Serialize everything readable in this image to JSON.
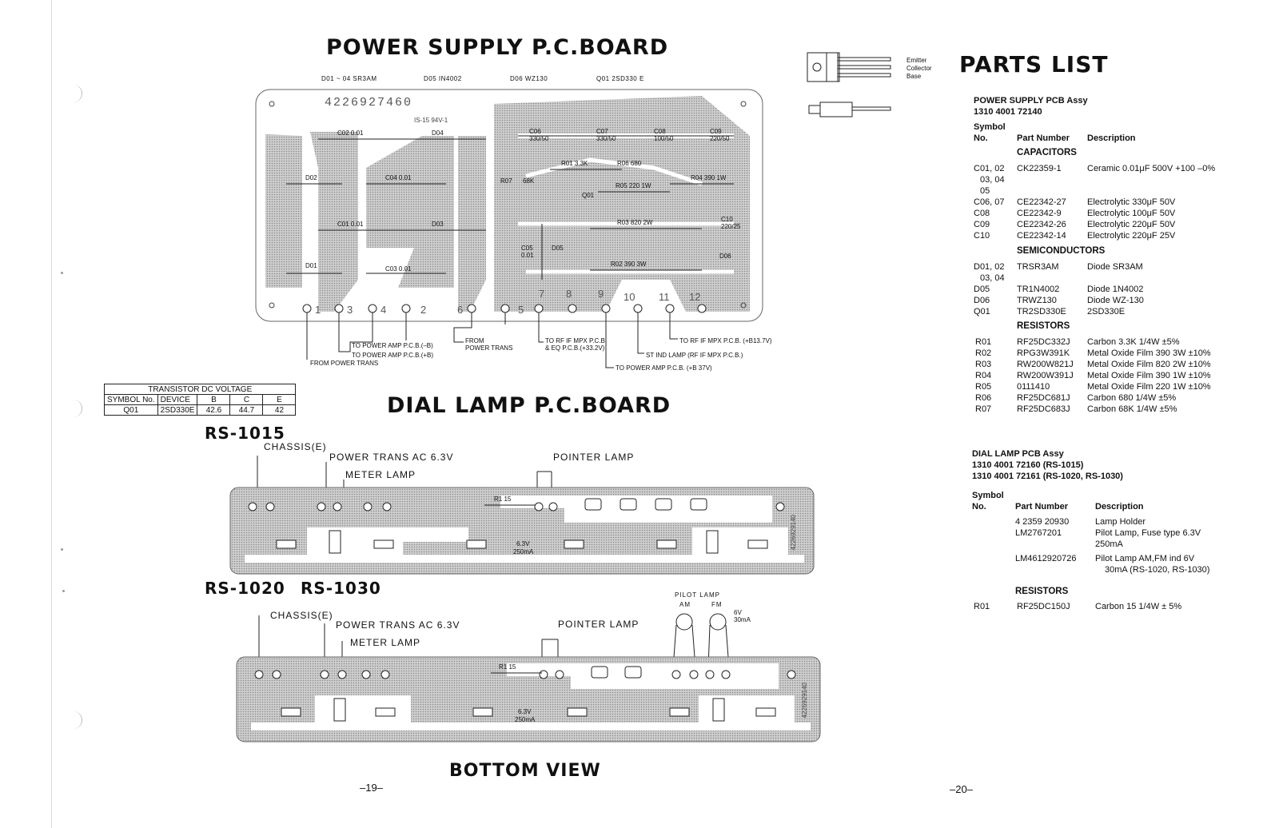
{
  "page_left": {
    "title_power": "POWER SUPPLY P.C.BOARD",
    "device_legend": {
      "d01_04": "D01 ~ 04   SR3AM",
      "d05": "D05   IN4002",
      "d06": "D06   WZ130",
      "q01": "Q01   2SD330  E"
    },
    "board_code": "4226927460",
    "board_mark": "IS-15  94V-1",
    "component_labels": {
      "c02": "C02  0.01",
      "d04": "D04",
      "d02": "D02",
      "c04": "C04  0.01",
      "c01": "C01  0.01",
      "d03": "D03",
      "d01": "D01",
      "c03": "C03  0.01",
      "c06": "C06 330/50",
      "c07": "C07 330/50",
      "c08": "C08 100/50",
      "c09": "C09 220/50",
      "r01": "R01  3.3K",
      "r06": "R06  680",
      "r07": "R07",
      "r07v": "68K",
      "q01": "Q01",
      "r05": "R05  220  1W",
      "r04": "R04  390  1W",
      "c05": "C05 0.01",
      "d05": "D05",
      "r03": "R03  820  2W",
      "c10": "C10 220/25",
      "d06": "D06",
      "r02": "R02  390  3W"
    },
    "terminals": [
      "1",
      "3",
      "4",
      "2",
      "6",
      "5",
      "7",
      "8",
      "9",
      "10",
      "11",
      "12"
    ],
    "connections": {
      "neg_b": "TO POWER AMP P.C.B.(–B)",
      "pos_b": "TO POWER AMP P.C.B.(+B)",
      "from_trans1": "FROM POWER TRANS",
      "from_trans2_a": "FROM",
      "from_trans2_b": "POWER TRANS",
      "rf_a": "TO RF IF MPX P.C.B.",
      "rf_b": "& EQ P.C.B.(+33.2V)",
      "rf_137": "TO RF IF MPX P.C.B. (+B13.7V)",
      "st_ind": "ST IND LAMP (RF IF MPX P.C.B.)",
      "amp_37": "TO POWER AMP P.C.B. (+B 37V)"
    },
    "voltage_table": {
      "title": "TRANSISTOR DC VOLTAGE",
      "headers": [
        "SYMBOL No.",
        "DEVICE",
        "B",
        "C",
        "E"
      ],
      "rows": [
        [
          "Q01",
          "2SD330E",
          "42.6",
          "44.7",
          "42"
        ]
      ]
    },
    "title_dial": "DIAL LAMP P.C.BOARD",
    "rs1015": {
      "label": "RS-1015",
      "chassis": "CHASSIS(E)",
      "power_trans": "POWER TRANS AC 6.3V",
      "meter": "METER LAMP",
      "pointer": "POINTER LAMP",
      "r1": "R1  15",
      "lamp_v": "6.3V",
      "lamp_ma": "250mA",
      "code": "4226929140"
    },
    "rs1020": {
      "label_a": "RS-1020",
      "label_b": "RS-1030",
      "chassis": "CHASSIS(E)",
      "power_trans": "POWER TRANS AC 6.3V",
      "meter": "METER LAMP",
      "pointer": "POINTER LAMP",
      "pilot": "PILOT LAMP",
      "am": "AM",
      "fm": "FM",
      "v6": "6V",
      "ma30": "30mA",
      "r1": "R1  15",
      "lamp_v": "6.3V",
      "lamp_ma": "250mA",
      "code": "4226929140"
    },
    "bottom_view": "BOTTOM VIEW",
    "page_number": "–19–"
  },
  "page_right": {
    "transistor_pins": [
      "Emitter",
      "Collector",
      "Base"
    ],
    "title": "PARTS LIST",
    "power_supply": {
      "assy": "POWER SUPPLY PCB Assy",
      "assy_no": "1310 4001 72140",
      "symbol_a": "Symbol",
      "symbol_b": "No.",
      "part_number": "Part Number",
      "description": "Description",
      "sections": [
        {
          "name": "CAPACITORS",
          "rows": [
            {
              "sym": "C01, 02",
              "part": "CK22359-1",
              "desc": "Ceramic 0.01μF 500V +100 –0%"
            },
            {
              "sym": "03, 04",
              "part": "",
              "desc": ""
            },
            {
              "sym": "05",
              "part": "",
              "desc": ""
            },
            {
              "sym": "C06, 07",
              "part": "CE22342-27",
              "desc": "Electrolytic  330μF  50V"
            },
            {
              "sym": "C08",
              "part": "CE22342-9",
              "desc": "Electrolytic  100μF  50V"
            },
            {
              "sym": "C09",
              "part": "CE22342-26",
              "desc": "Electrolytic  220μF  50V"
            },
            {
              "sym": "C10",
              "part": "CE22342-14",
              "desc": "Electrolytic  220μF  25V"
            }
          ]
        },
        {
          "name": "SEMICONDUCTORS",
          "rows": [
            {
              "sym": "D01, 02",
              "part": "TRSR3AM",
              "desc": "Diode SR3AM"
            },
            {
              "sym": "03, 04",
              "part": "",
              "desc": ""
            },
            {
              "sym": "D05",
              "part": "TR1N4002",
              "desc": "Diode 1N4002"
            },
            {
              "sym": "D06",
              "part": "TRWZ130",
              "desc": "Diode WZ-130"
            },
            {
              "sym": "Q01",
              "part": "TR2SD330E",
              "desc": "2SD330E"
            }
          ]
        },
        {
          "name": "RESISTORS",
          "rows": [
            {
              "sym": "R01",
              "part": "RF25DC332J",
              "desc": "Carbon  3.3K   1/4W  ±5%"
            },
            {
              "sym": "R02",
              "part": "RPG3W391K",
              "desc": "Metal Oxide Film 390 3W ±10%"
            },
            {
              "sym": "R03",
              "part": "RW200W821J",
              "desc": "Metal Oxide Film 820 2W ±10%"
            },
            {
              "sym": "R04",
              "part": "RW200W391J",
              "desc": "Metal Oxide Film 390 1W ±10%"
            },
            {
              "sym": "R05",
              "part": "0111410",
              "desc": "Metal Oxide Film 220 1W ±10%"
            },
            {
              "sym": "R06",
              "part": "RF25DC681J",
              "desc": "Carbon  680     1/4W  ±5%"
            },
            {
              "sym": "R07",
              "part": "RF25DC683J",
              "desc": "Carbon  68K     1/4W  ±5%"
            }
          ]
        }
      ]
    },
    "dial_lamp": {
      "assy": "DIAL LAMP PCB Assy",
      "assy_no1": "1310 4001 72160 (RS-1015)",
      "assy_no2": "1310 4001 72161 (RS-1020, RS-1030)",
      "symbol_a": "Symbol",
      "symbol_b": "No.",
      "part_number": "Part Number",
      "description": "Description",
      "rows": [
        {
          "sym": "",
          "part": "4 2359 20930",
          "desc": "Lamp Holder"
        },
        {
          "sym": "",
          "part": "LM2767201",
          "desc": "Pilot Lamp, Fuse type 6.3V"
        },
        {
          "sym": "",
          "part": "",
          "desc": "250mA"
        },
        {
          "sym": "",
          "part": "LM4612920726",
          "desc": "Pilot Lamp AM,FM ind 6V"
        },
        {
          "sym": "",
          "part": "",
          "desc": "30mA (RS-1020, RS-1030)"
        }
      ],
      "resistors_heading": "RESISTORS",
      "resistor_row": {
        "sym": "R01",
        "part": "RF25DC150J",
        "desc": "Carbon  15      1/4W  ± 5%"
      }
    },
    "page_number": "–20–"
  }
}
